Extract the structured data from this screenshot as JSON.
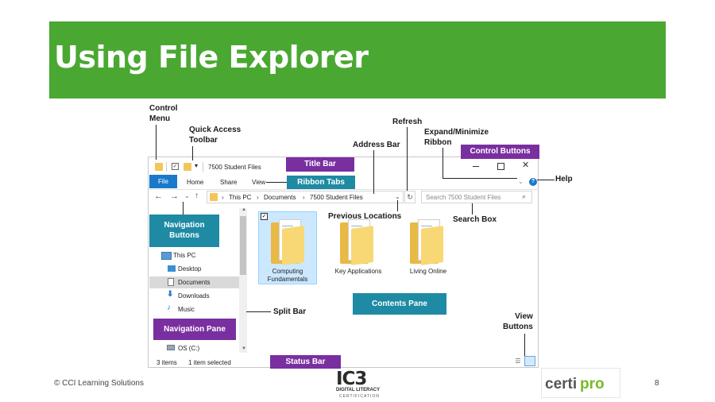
{
  "slide": {
    "title": "Using File Explorer",
    "copyright": "© CCI Learning Solutions",
    "page_number": "8",
    "accent_color": "#4aa832"
  },
  "explorer": {
    "window_title": "7500 Student Files",
    "ribbon_tabs": [
      "File",
      "Home",
      "Share",
      "View"
    ],
    "address_parts": [
      "This PC",
      "Documents",
      "7500 Student Files"
    ],
    "search_placeholder": "Search 7500 Student Files",
    "nav_items": [
      "This PC",
      "Desktop",
      "Documents",
      "Downloads",
      "Music",
      "OS (C:)"
    ],
    "folders": [
      "Computing Fundamentals",
      "Key Applications",
      "Living Online"
    ],
    "status_items": "3 items",
    "status_selected": "1 item selected"
  },
  "annotations": {
    "control_menu": "Control\nMenu",
    "quick_access": "Quick Access\nToolbar",
    "refresh": "Refresh",
    "address_bar": "Address Bar",
    "expand_minimize": "Expand/Minimize\nRibbon",
    "control_buttons": "Control Buttons",
    "title_bar": "Title Bar",
    "ribbon_tabs": "Ribbon Tabs",
    "help": "Help",
    "previous_locations": "Previous Locations",
    "search_box": "Search Box",
    "navigation_buttons": "Navigation\nButtons",
    "contents_pane": "Contents Pane",
    "split_bar": "Split Bar",
    "navigation_pane": "Navigation Pane",
    "view_buttons": "View\nButtons",
    "status_bar": "Status Bar"
  },
  "logos": {
    "ic3_top": "IC3",
    "ic3_sub": "DIGITAL LITERACY",
    "ic3_sub2": "CERTIFICATION",
    "certipro_a": "certi",
    "certipro_b": "pro"
  },
  "colors": {
    "label_purple": "#7a2fa0",
    "label_teal": "#1e8aa3",
    "file_tab_blue": "#1979ca",
    "certipro_green": "#7ab928"
  }
}
